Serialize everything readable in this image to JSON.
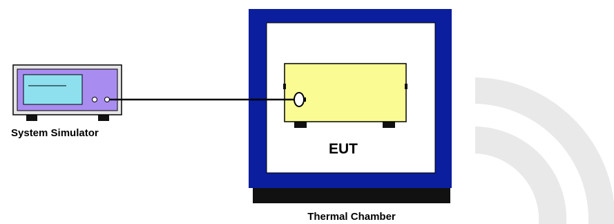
{
  "labels": {
    "simulator": "System Simulator",
    "eut": "EUT",
    "chamber": "Thermal Chamber"
  },
  "colors": {
    "chamber_border": "#0b1e9e",
    "chamber_base": "#111111",
    "simulator_body": "#a98cf0",
    "simulator_screen": "#8ee0ef",
    "eut_body": "#fbfb94",
    "cable": "#000000",
    "watermark": "#e9e9e9"
  }
}
